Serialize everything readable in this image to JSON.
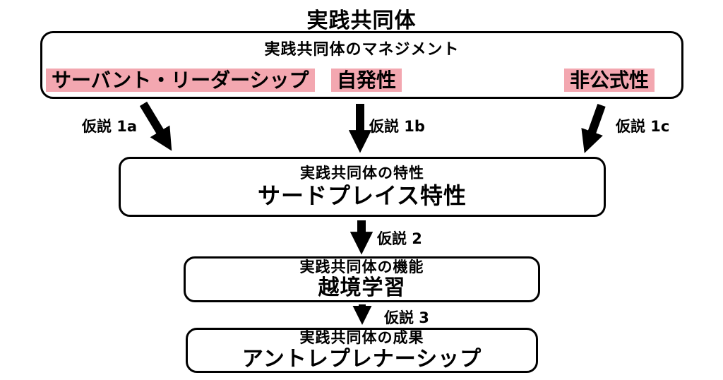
{
  "colors": {
    "highlight": "#f3a7b0",
    "ink": "#000000"
  },
  "title": "実践共同体",
  "management_box": {
    "heading": "実践共同体のマネジメント",
    "factors": [
      {
        "label": "サーバント・リーダーシップ"
      },
      {
        "label": "自発性"
      },
      {
        "label": "非公式性"
      }
    ]
  },
  "hypothesis_labels": {
    "h1a": "仮説 1a",
    "h1b": "仮説 1b",
    "h1c": "仮説 1c",
    "h2": "仮説 2",
    "h3": "仮説 3"
  },
  "characteristics_box": {
    "subtitle": "実践共同体の特性",
    "title": "サードプレイス特性"
  },
  "function_box": {
    "subtitle": "実践共同体の機能",
    "title": "越境学習"
  },
  "outcome_box": {
    "subtitle": "実践共同体の成果",
    "title": "アントレプレナーシップ"
  }
}
